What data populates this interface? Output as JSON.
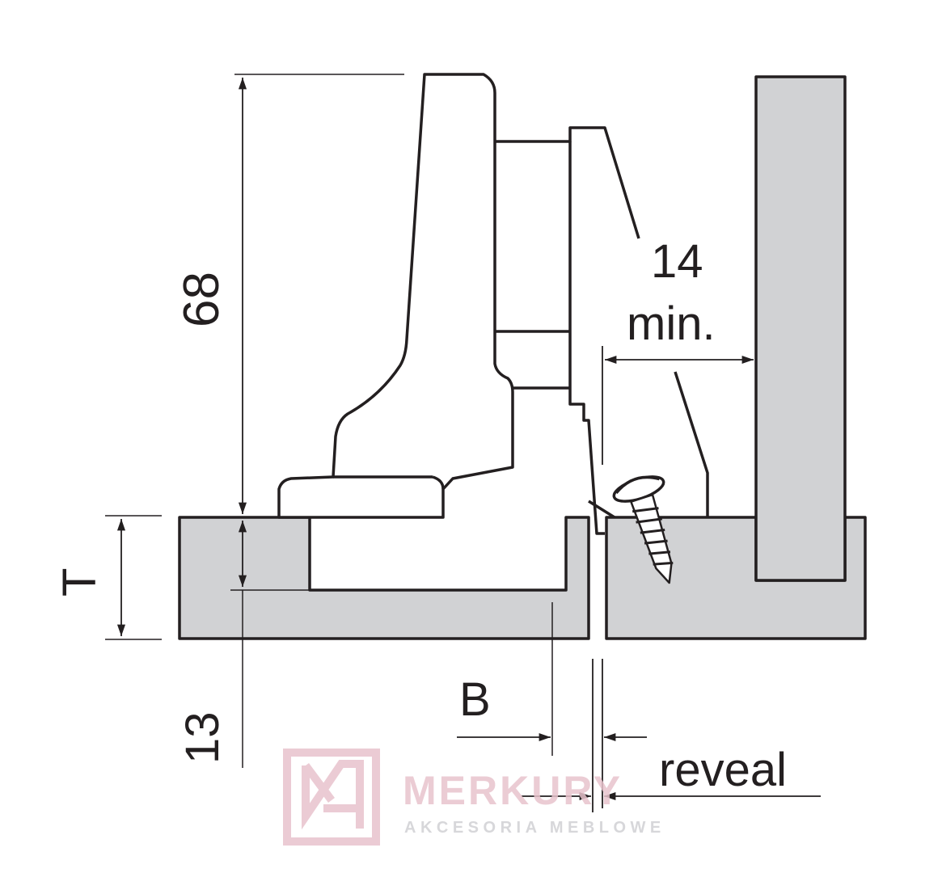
{
  "diagram": {
    "labels": {
      "height": "68",
      "min_gap_value": "14",
      "min_gap_unit": "min.",
      "thickness": "T",
      "cup_depth": "13",
      "distance_b": "B",
      "reveal": "reveal"
    },
    "colors": {
      "panel": "#d1d2d4",
      "line": "#231f20",
      "watermark_pink": "#e8c3cd",
      "watermark_gray": "#d7d7da"
    }
  },
  "watermark": {
    "brand": "MERKURY",
    "tagline": "AKCESORIA MEBLOWE"
  }
}
